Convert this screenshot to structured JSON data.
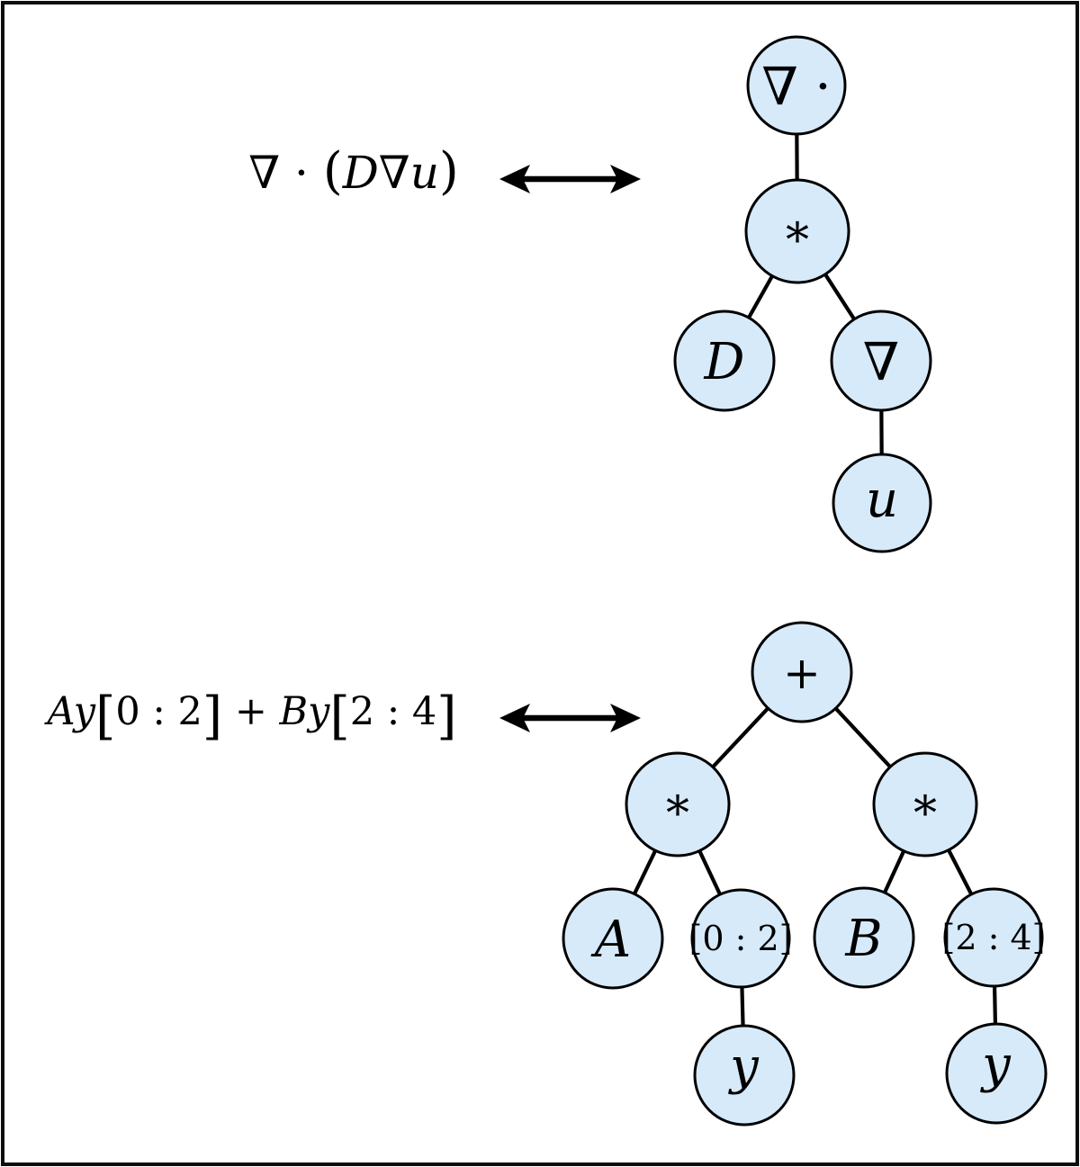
{
  "meta": {
    "background": "#ffffff",
    "frame_color": "#0e0e0e",
    "node_fill": "#d7eafa",
    "node_stroke": "#000000",
    "edge_color": "#000000",
    "text_color": "#000000"
  },
  "top_section": {
    "formula": {
      "parts": [
        "∇ · ",
        "(",
        "D",
        "∇",
        "u",
        ")"
      ]
    },
    "arrow": {
      "icon": "double-arrow-icon",
      "direction": "horizontal"
    },
    "tree": {
      "nodes": [
        {
          "id": "divergence",
          "label": "∇ ·"
        },
        {
          "id": "multiply",
          "label": "∗"
        },
        {
          "id": "D",
          "label": "D"
        },
        {
          "id": "gradient",
          "label": "∇"
        },
        {
          "id": "u",
          "label": "u"
        }
      ]
    }
  },
  "bottom_section": {
    "formula": {
      "parts": [
        "Ay",
        "[",
        "0 : 2",
        "]",
        " + ",
        "By",
        "[",
        "2 : 4",
        "]"
      ]
    },
    "arrow": {
      "icon": "double-arrow-icon",
      "direction": "horizontal"
    },
    "tree": {
      "nodes": [
        {
          "id": "plus",
          "label": "+"
        },
        {
          "id": "multiply-left",
          "label": "∗"
        },
        {
          "id": "multiply-right",
          "label": "∗"
        },
        {
          "id": "A",
          "label": "A"
        },
        {
          "id": "slice-left",
          "label": "[0 : 2]"
        },
        {
          "id": "B",
          "label": "B"
        },
        {
          "id": "slice-right",
          "label": "[2 : 4]"
        },
        {
          "id": "y-left",
          "label": "y"
        },
        {
          "id": "y-right",
          "label": "y"
        }
      ]
    }
  }
}
